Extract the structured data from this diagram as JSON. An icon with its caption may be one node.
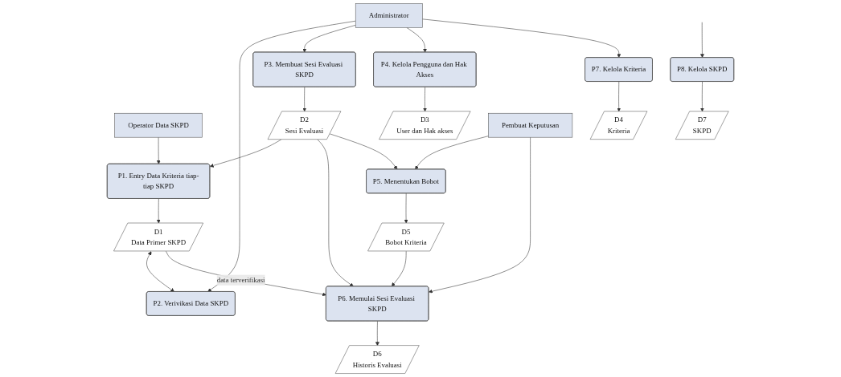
{
  "diagram": {
    "nodes": [
      {
        "text": [
          "Operator Data SKPD"
        ]
      },
      {
        "text": [
          "P1. Entry Data Kriteria tiap-tiap SKPD"
        ]
      },
      {
        "text": [
          "D1",
          "Data Primer SKPD"
        ]
      },
      {
        "text": [
          "P2. Verivikasi Data SKPD"
        ]
      },
      {
        "text": [
          "Administrator"
        ]
      },
      {
        "text": [
          "Pembuat Keputusan"
        ]
      },
      {
        "text": [
          "D2",
          "Sesi Evaluasi"
        ]
      },
      {
        "text": [
          "P3. Membuat Sesi Evaluasi SKPD"
        ]
      },
      {
        "text": [
          "P4. Kelola Pengguna dan Hak Akses"
        ]
      },
      {
        "text": [
          "P5. Menentukan Bobot"
        ]
      },
      {
        "text": [
          "P6. Memulai Sesi Evaluasi SKPD"
        ]
      },
      {
        "text": [
          "D3",
          "User dan Hak akses"
        ]
      },
      {
        "text": [
          "P7. Kelola Kriteria"
        ]
      },
      {
        "text": [
          "D4",
          "Kriteria"
        ]
      },
      {
        "text": [
          "D5",
          "Bobot Kriteria"
        ]
      },
      {
        "text": [
          "D6",
          "Historis Evaluasi"
        ]
      },
      {
        "text": [
          "D7",
          "SKPD"
        ]
      },
      {
        "text": [
          "P8. Kelola SKPD"
        ]
      }
    ],
    "edges": [
      {
        "from": 0,
        "to": 1,
        "arrow": "to"
      },
      {
        "from": 1,
        "to": 2,
        "arrow": "to"
      },
      {
        "from": 2,
        "to": 3,
        "arrow": "both"
      },
      {
        "from": 4,
        "to": 3,
        "arrow": "to"
      },
      {
        "from": 4,
        "to": 7,
        "arrow": "to"
      },
      {
        "from": 7,
        "to": 6,
        "arrow": "to"
      },
      {
        "from": 4,
        "to": 8,
        "arrow": "to"
      },
      {
        "from": 8,
        "to": 11,
        "arrow": "to"
      },
      {
        "from": 4,
        "to": 12,
        "arrow": "to"
      },
      {
        "from": 12,
        "to": 13,
        "arrow": "to"
      },
      {
        "from": 17,
        "to": 16,
        "arrow": "to"
      },
      {
        "from": null,
        "to": 17,
        "arrow": "to"
      },
      {
        "from": 6,
        "to": 1,
        "arrow": "to"
      },
      {
        "from": 6,
        "to": 10,
        "arrow": "to"
      },
      {
        "from": 2,
        "to": 10,
        "arrow": "to",
        "label": "data terverifikasi"
      },
      {
        "from": 5,
        "to": 9,
        "arrow": "to"
      },
      {
        "from": 5,
        "to": 10,
        "arrow": "to"
      },
      {
        "from": 6,
        "to": 9,
        "arrow": "to"
      },
      {
        "from": 9,
        "to": 14,
        "arrow": "to"
      },
      {
        "from": 14,
        "to": 10,
        "arrow": "to"
      },
      {
        "from": 10,
        "to": 15,
        "arrow": "to"
      }
    ]
  }
}
